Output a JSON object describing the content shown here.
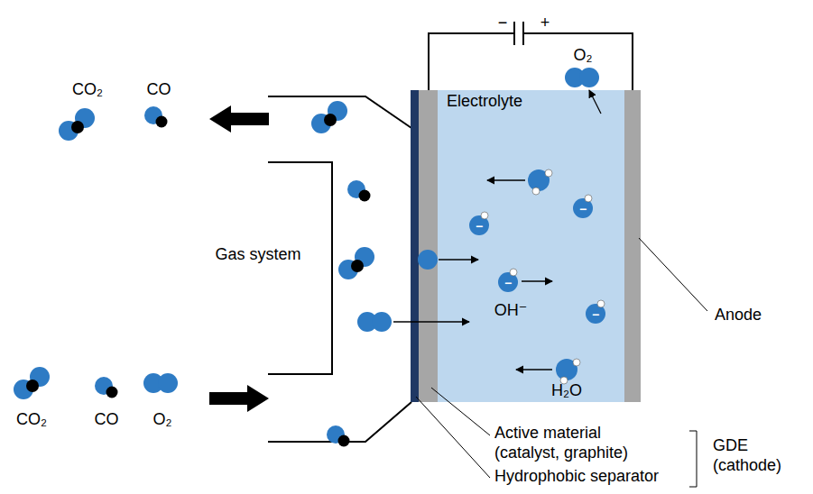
{
  "diagram": {
    "nodes": [
      {
        "text": [
          "Electrolyte"
        ]
      }
    ],
    "labels": [
      "CO₂",
      "CO",
      "O₂",
      "Gas system",
      "OH⁻",
      "H₂O",
      "Anode",
      "CO₂",
      "CO",
      "O₂",
      "Active material (catalyst, graphite)",
      "Hydrophobic separator",
      "GDE (cathode)",
      "−",
      "+",
      "−",
      "−",
      "−",
      "−"
    ]
  }
}
